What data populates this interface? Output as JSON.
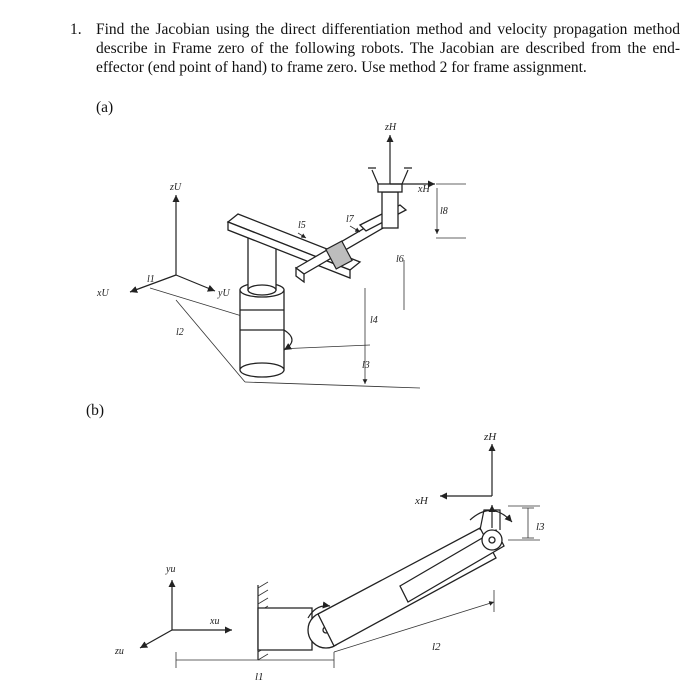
{
  "question": {
    "number": "1.",
    "text": "Find the Jacobian using the direct differentiation method and velocity propagation method describe in Frame zero of the following robots. The Jacobian are described from the end-effector (end point of hand) to frame zero. Use method 2 for frame assignment."
  },
  "parts": [
    {
      "label": "(a)",
      "labels": {
        "zU": "zU",
        "xU": "xU",
        "yU": "yU",
        "zH": "zH",
        "xH": "xH",
        "l1": "l1",
        "l2": "l2",
        "l3": "l3",
        "l4": "l4",
        "l5": "l5",
        "l6": "l6",
        "l7": "l7",
        "l8": "l8"
      }
    },
    {
      "label": "(b)",
      "labels": {
        "zH": "zH",
        "xH": "xH",
        "yu": "yu",
        "xu": "xu",
        "zu": "zu",
        "l1": "l1",
        "l2": "l2",
        "l3": "l3"
      }
    }
  ]
}
